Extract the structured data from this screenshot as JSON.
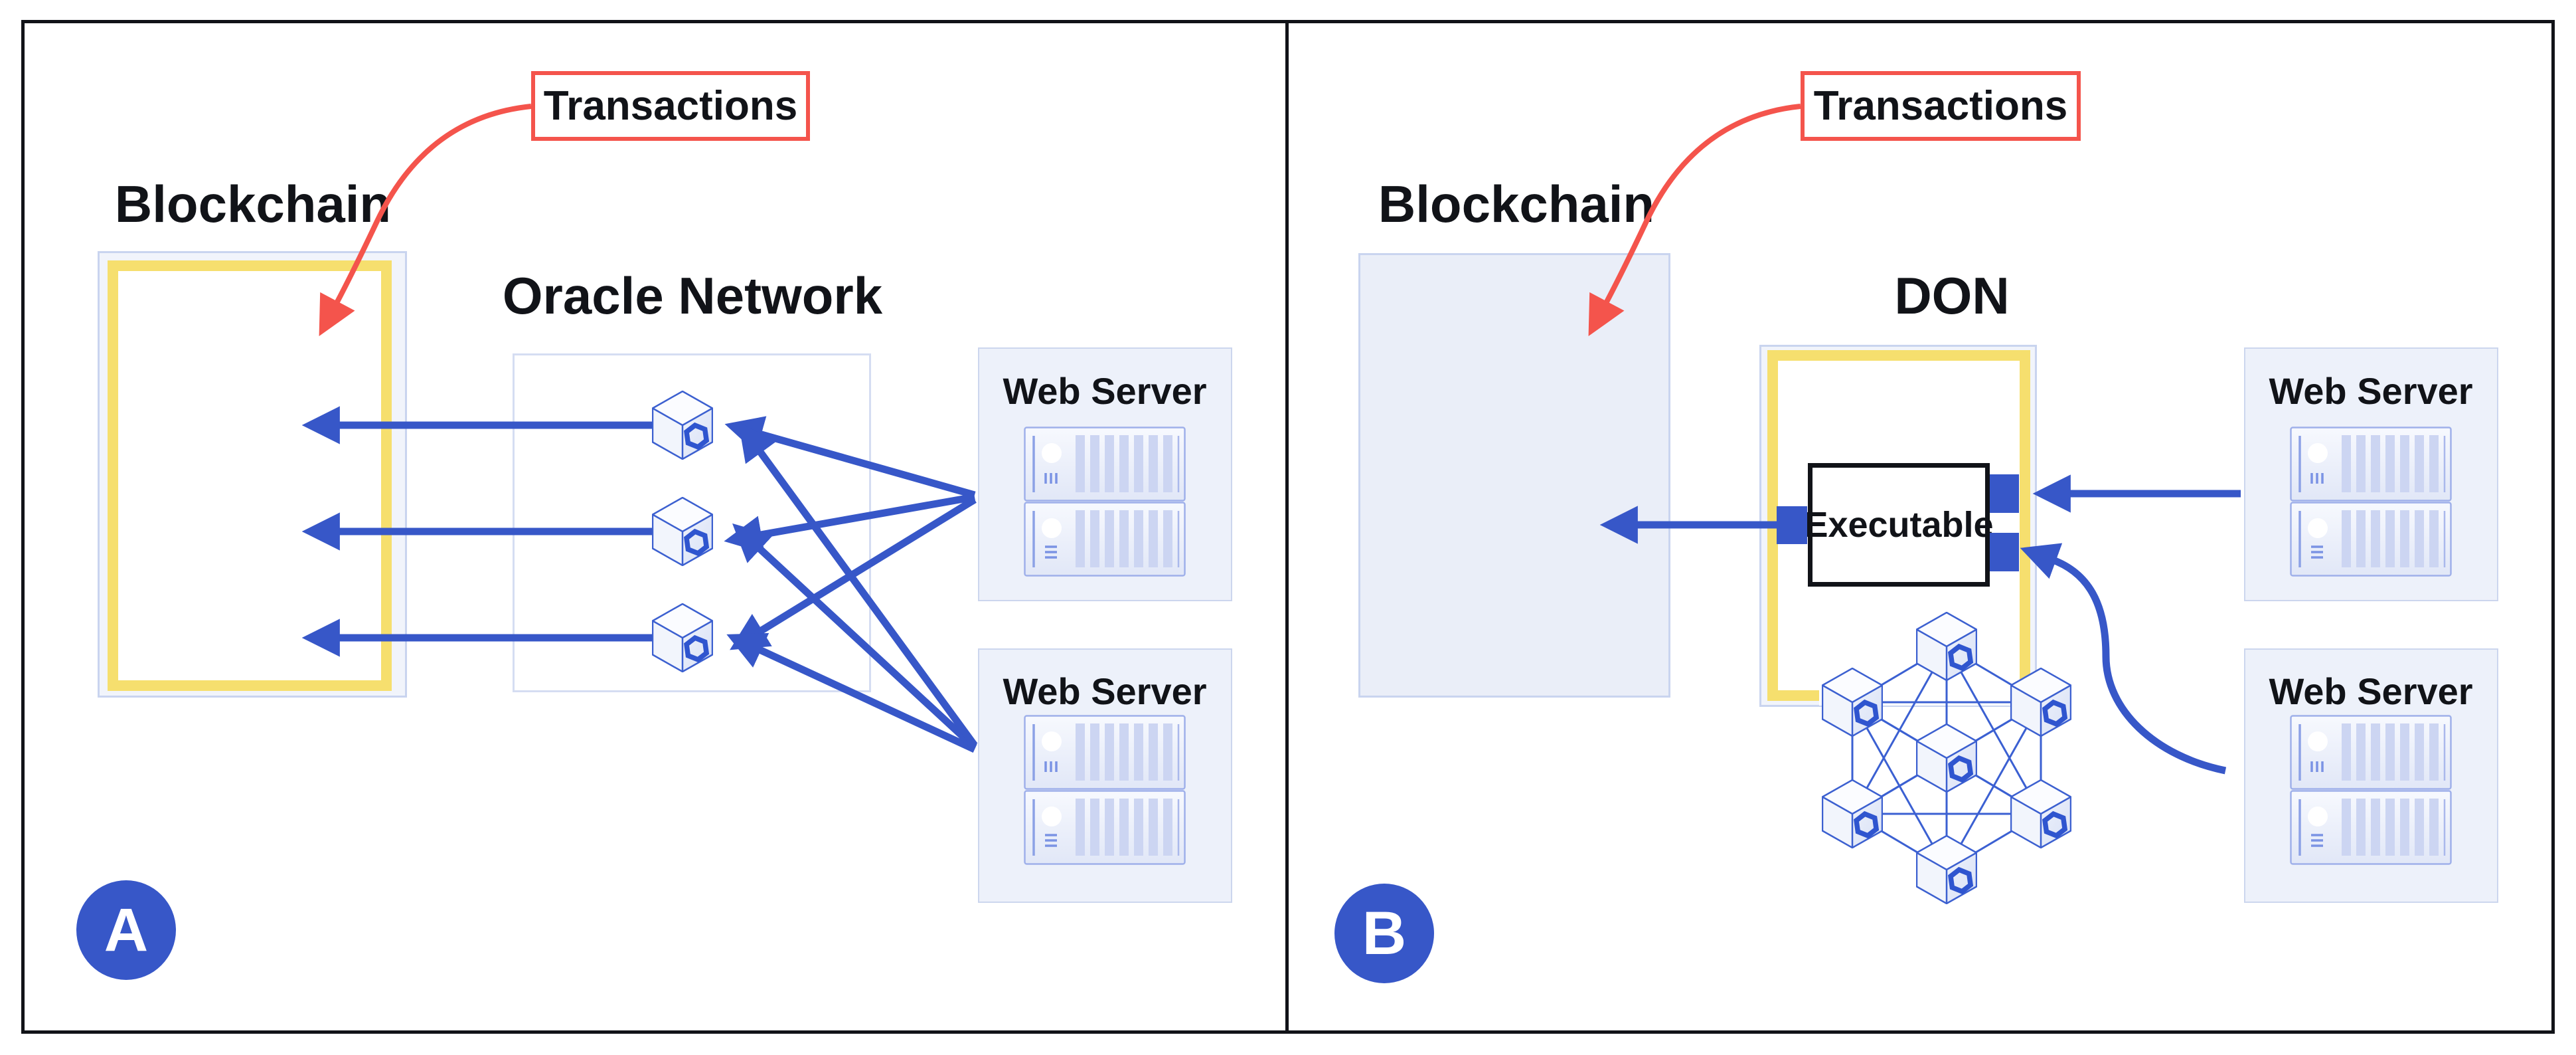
{
  "diagram": {
    "panel_a": {
      "badge": "A",
      "blockchain_label": "Blockchain",
      "network_label": "Oracle Network",
      "transactions_label": "Transactions",
      "web_server_1_label": "Web Server",
      "web_server_2_label": "Web Server"
    },
    "panel_b": {
      "badge": "B",
      "blockchain_label": "Blockchain",
      "network_label": "DON",
      "transactions_label": "Transactions",
      "executable_label": "Executable",
      "web_server_1_label": "Web Server",
      "web_server_2_label": "Web Server"
    },
    "colors": {
      "blue": "#3757C8",
      "yellow": "#F6DF6E",
      "red": "#F4544C",
      "lavender_border": "#C9D4EF",
      "panel_fill": "#F1F4FB",
      "ink": "#111318"
    }
  }
}
